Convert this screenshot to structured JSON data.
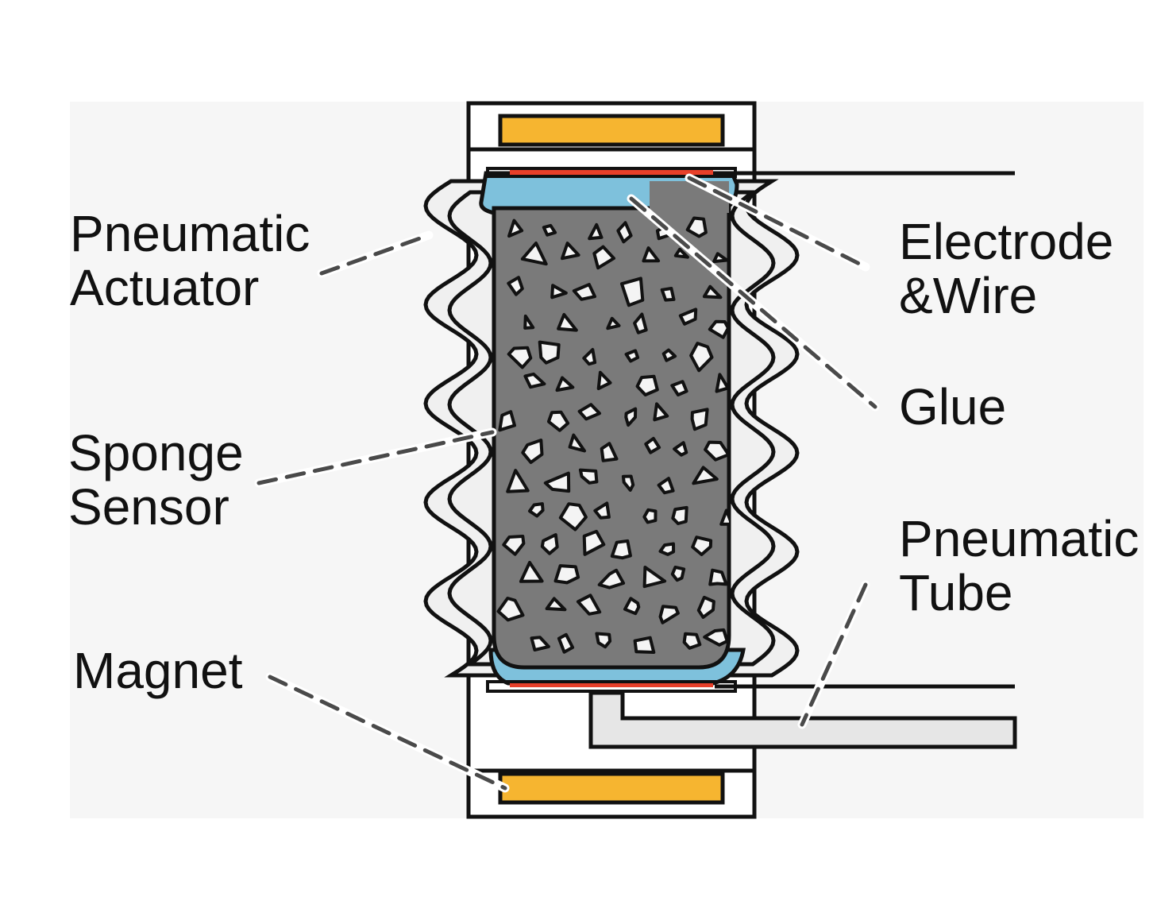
{
  "labels": {
    "pneumatic_actuator": [
      "Pneumatic",
      "Actuator"
    ],
    "sponge_sensor": [
      "Sponge",
      "Sensor"
    ],
    "magnet": [
      "Magnet"
    ],
    "electrode_wire": [
      "Electrode",
      "&Wire"
    ],
    "glue": [
      "Glue"
    ],
    "pneumatic_tube": [
      "Pneumatic",
      "Tube"
    ]
  },
  "colors": {
    "background_panel": "#f6f6f6",
    "magnet": "#f6b530",
    "glue": "#7ec1dc",
    "electrode": "#e8402a",
    "sponge": "#7a7a7a",
    "actuator_fill": "#f0f0f0",
    "tube_fill": "#e6e6e6",
    "outline": "#111111",
    "leader": "#4a4a4a"
  }
}
